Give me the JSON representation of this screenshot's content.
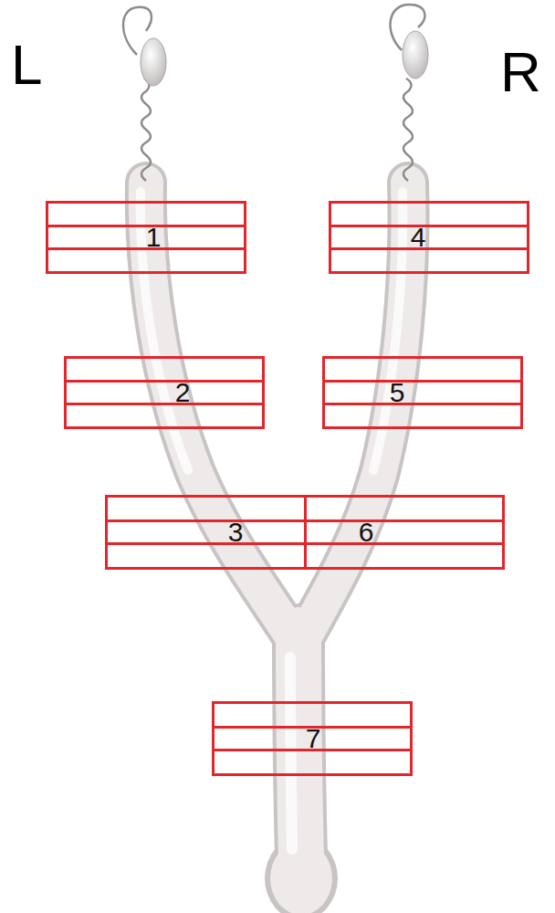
{
  "diagram": {
    "nodes": [
      {
        "text": [
          "1"
        ]
      },
      {
        "text": [
          "2"
        ]
      },
      {
        "text": [
          "3"
        ]
      },
      {
        "text": [
          "4"
        ]
      },
      {
        "text": [
          "5"
        ]
      },
      {
        "text": [
          "6"
        ]
      },
      {
        "text": [
          "7"
        ]
      }
    ],
    "labels": [
      "L",
      "R"
    ]
  }
}
